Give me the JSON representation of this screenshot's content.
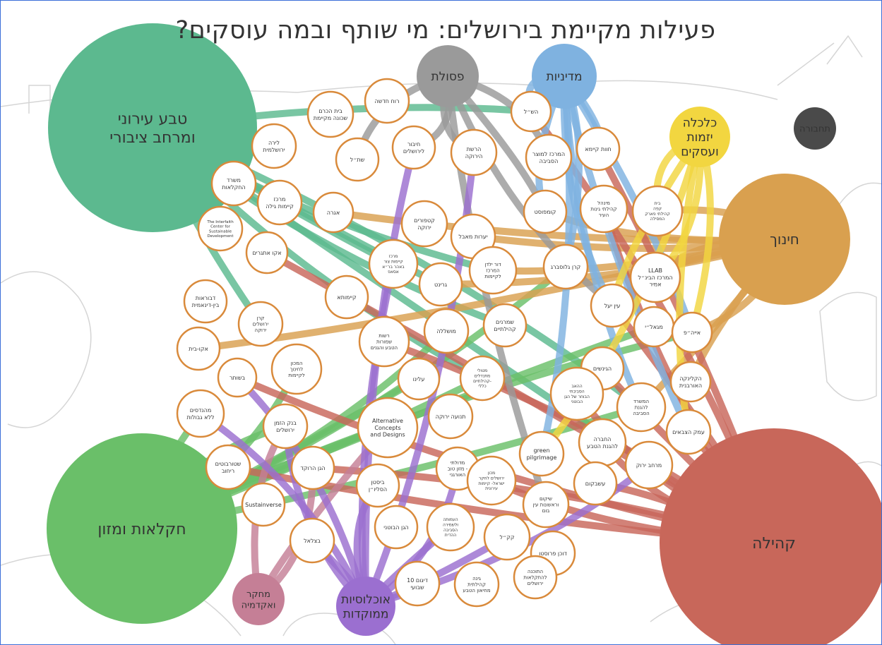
{
  "title": "פעילות מקיימת בירושלים: מי שותף ובמה עוסקים?",
  "colors": {
    "nature": "#5cb98f",
    "agriculture": "#6abf69",
    "education": "#d9a04f",
    "community": "#c8675a",
    "policy": "#7fb2e0",
    "waste": "#9a9a9a",
    "economy": "#f2d640",
    "society": "#4a4a4a",
    "research": "#c57f96",
    "populations": "#9b6fd0",
    "node_border": "#d98a3b"
  },
  "categories": [
    {
      "id": "nature",
      "label": "טבע עירוני ומרחב ציבורי",
      "lines": [
        "טבע עירוני",
        "ומרחב ציבורי"
      ],
      "text_color": "#333"
    },
    {
      "id": "agriculture",
      "label": "חקלאות ומזון",
      "lines": [
        "חקלאות ומזון"
      ],
      "text_color": "#333"
    },
    {
      "id": "education",
      "label": "חינוך",
      "lines": [
        "חינוך"
      ],
      "text_color": "#333"
    },
    {
      "id": "community",
      "label": "קהילה",
      "lines": [
        "קהילה"
      ],
      "text_color": "#333"
    },
    {
      "id": "waste",
      "label": "פסולת",
      "lines": [
        "פסולת"
      ],
      "text_color": "#333"
    },
    {
      "id": "policy",
      "label": "מדיניות",
      "lines": [
        "מדיניות"
      ],
      "text_color": "#333"
    },
    {
      "id": "economy",
      "label": "כלכלה יזמות ועסקים",
      "lines": [
        "כלכלה",
        "יזמות",
        "ועסקים"
      ],
      "text_color": "#555"
    },
    {
      "id": "society",
      "label": "תחבורה",
      "lines": [
        "תחבורה"
      ],
      "text_color": "#fff"
    },
    {
      "id": "research",
      "label": "מחקר ואקדמיה",
      "lines": [
        "מחקר",
        "ואקדמיה"
      ],
      "text_color": "#333"
    },
    {
      "id": "populations",
      "label": "אוכלוסיות ממוקדות",
      "lines": [
        "אוכלוסיות",
        "ממוקדות"
      ],
      "text_color": "#333"
    }
  ],
  "organizations": [
    {
      "id": "o1",
      "lines": [
        "רוח חדשה"
      ]
    },
    {
      "id": "o2",
      "lines": [
        "בית הכרם",
        "שכונה מקיימת"
      ]
    },
    {
      "id": "o3",
      "lines": [
        "לירה",
        "ירושלמית"
      ]
    },
    {
      "id": "o4",
      "lines": [
        "שת״ל"
      ]
    },
    {
      "id": "o5",
      "lines": [
        "חיבור",
        "לירושלים"
      ]
    },
    {
      "id": "o6",
      "lines": [
        "הרשת",
        "הירוקה"
      ]
    },
    {
      "id": "o7",
      "lines": [
        "הש״ל"
      ]
    },
    {
      "id": "o8",
      "lines": [
        "המרכז למוצר",
        "הסביבה"
      ]
    },
    {
      "id": "o9",
      "lines": [
        "חוות קיימא"
      ]
    },
    {
      "id": "o10",
      "lines": [
        "משרד",
        "החקלאות"
      ]
    },
    {
      "id": "o11",
      "lines": [
        "מרכז",
        "קיימות גילה"
      ]
    },
    {
      "id": "o12",
      "lines": [
        "אגרה"
      ]
    },
    {
      "id": "o13",
      "lines": [
        "קומפוסט"
      ]
    },
    {
      "id": "o14",
      "lines": [
        "מינהל",
        "קהילתי גינות",
        "העיר"
      ]
    },
    {
      "id": "o15",
      "lines": [
        "בית",
        "קפה",
        "קהילתי פארק",
        "המסילה"
      ]
    },
    {
      "id": "o16",
      "lines": [
        "The Interfaith",
        "Center for",
        "Sustainable",
        "Development"
      ]
    },
    {
      "id": "o17",
      "lines": [
        "קטפורים",
        "ירוקה"
      ]
    },
    {
      "id": "o18",
      "lines": [
        "יערות מאבל"
      ]
    },
    {
      "id": "o19",
      "lines": [
        "אקו אתגרים"
      ]
    },
    {
      "id": "o20",
      "lines": [
        "מרכז",
        "קיימות צור",
        "באהר בר״א",
        "אסאפ"
      ]
    },
    {
      "id": "o21",
      "lines": [
        "דור ילדן",
        "המרכז",
        "לקיימות"
      ]
    },
    {
      "id": "o22",
      "lines": [
        "קרן גלוסברג"
      ]
    },
    {
      "id": "o23",
      "lines": [
        "LLAB",
        "המרכז הבינ״ל",
        "אמיר"
      ]
    },
    {
      "id": "o24",
      "lines": [
        "דבוראות",
        "בין-דינאמית"
      ]
    },
    {
      "id": "o25",
      "lines": [
        "קיימותא"
      ]
    },
    {
      "id": "o26",
      "lines": [
        "גרינט"
      ]
    },
    {
      "id": "o27",
      "lines": [
        "עין יעל"
      ]
    },
    {
      "id": "o28",
      "lines": [
        "קרן",
        "ירושלים",
        "ירוקה"
      ]
    },
    {
      "id": "o29",
      "lines": [
        "מושללה"
      ]
    },
    {
      "id": "o30",
      "lines": [
        "שמרנים",
        "קהילתיים"
      ]
    },
    {
      "id": "o31",
      "lines": [
        "אקו-בית"
      ]
    },
    {
      "id": "o32",
      "lines": [
        "רשות",
        "שמורות",
        "הטבע והגנים"
      ]
    },
    {
      "id": "o33",
      "lines": [
        "מגאל״י"
      ]
    },
    {
      "id": "o34",
      "lines": [
        "אייה״פ"
      ]
    },
    {
      "id": "o35",
      "lines": [
        "בשותר"
      ]
    },
    {
      "id": "o36",
      "lines": [
        "המכון",
        "לחינוך",
        "לקיימות"
      ]
    },
    {
      "id": "o37",
      "lines": [
        "עלינו"
      ]
    },
    {
      "id": "o38",
      "lines": [
        "מטולי",
        "מתנדלים",
        "קהילתיים-",
        "כללי"
      ]
    },
    {
      "id": "o39",
      "lines": [
        "הגינשים"
      ]
    },
    {
      "id": "o40",
      "lines": [
        "הקלינקה",
        "האורבנית"
      ]
    },
    {
      "id": "o41",
      "lines": [
        "מהנדסים",
        "ללא גבולות"
      ]
    },
    {
      "id": "o42",
      "lines": [
        "Alternative",
        "Concepts",
        "and Designs"
      ]
    },
    {
      "id": "o43",
      "lines": [
        "תנועה ירוקה"
      ]
    },
    {
      "id": "o44",
      "lines": [
        "ההאב",
        "הסביבתי",
        "הבוחר של הגן",
        "הבוטני"
      ]
    },
    {
      "id": "o45",
      "lines": [
        "המשרד",
        "להגנת",
        "הסביבה"
      ]
    },
    {
      "id": "o46",
      "lines": [
        "עמק הצבאים"
      ]
    },
    {
      "id": "o47",
      "lines": [
        "בנק הזמן",
        "ירושלים"
      ]
    },
    {
      "id": "o48",
      "lines": [
        "החברה",
        "להגנת הטבע"
      ]
    },
    {
      "id": "o49",
      "lines": [
        "שטורבוטים",
        "ריחוב"
      ]
    },
    {
      "id": "o50",
      "lines": [
        "הגן הרוקד"
      ]
    },
    {
      "id": "o51",
      "lines": [
        "green",
        "pilgrimage"
      ]
    },
    {
      "id": "o52",
      "lines": [
        "מדולתי",
        "מזון טוב -",
        "האורגני"
      ]
    },
    {
      "id": "o53",
      "lines": [
        "מכון",
        "ירושלים לחקר",
        "ישראל- קיימות",
        "עירונית"
      ]
    },
    {
      "id": "o54",
      "lines": [
        "מרחב ירוק"
      ]
    },
    {
      "id": "o55",
      "lines": [
        "ביסטן",
        "הסליו״ן"
      ]
    },
    {
      "id": "o56",
      "lines": [
        "עשבקום"
      ]
    },
    {
      "id": "o57",
      "lines": [
        "Sustainverse"
      ]
    },
    {
      "id": "o58",
      "lines": [
        "שיקום",
        "וראשונות עין",
        "בום"
      ]
    },
    {
      "id": "o59",
      "lines": [
        "בצלאל"
      ]
    },
    {
      "id": "o60",
      "lines": [
        "הגן הבוטני"
      ]
    },
    {
      "id": "o61",
      "lines": [
        "העמותה",
        "ולשמירה",
        "הסביבה",
        "ההדית"
      ]
    },
    {
      "id": "o62",
      "lines": [
        "קק״ל"
      ]
    },
    {
      "id": "o63",
      "lines": [
        "דוכן פרוסטו"
      ]
    },
    {
      "id": "o64",
      "lines": [
        "10 דיגום",
        "שבועי"
      ]
    },
    {
      "id": "o65",
      "lines": [
        "התוכנה",
        "להתקלאות",
        "ירושלים"
      ]
    },
    {
      "id": "o66",
      "lines": [
        "גינה",
        "קהילתית",
        "מחיאון הטבע"
      ]
    }
  ]
}
